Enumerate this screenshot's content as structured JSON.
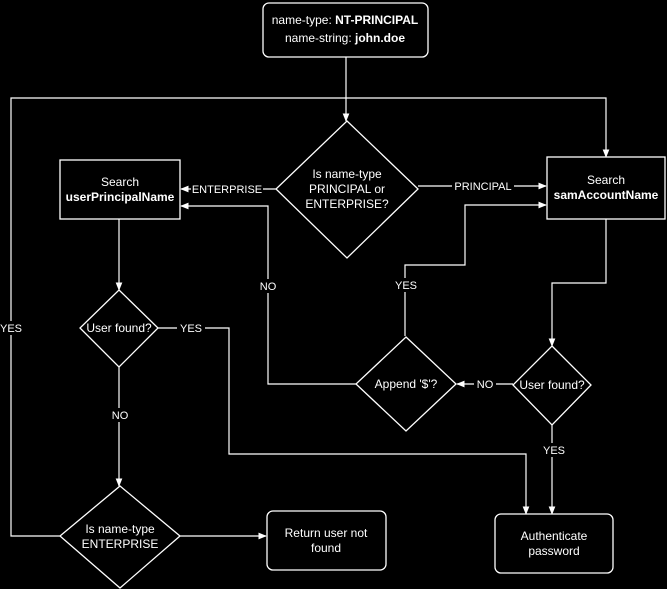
{
  "nodes": {
    "start": {
      "line1_prefix": "name-type: ",
      "line1_value": "NT-PRINCIPAL",
      "line2_prefix": "name-string: ",
      "line2_value": "john.doe"
    },
    "decision_type": {
      "line1": "Is name-type",
      "line2": "PRINCIPAL or",
      "line3": "ENTERPRISE?"
    },
    "search_upn": {
      "line1": "Search",
      "line2": "userPrincipalName"
    },
    "search_sam": {
      "line1": "Search",
      "line2": "samAccountName"
    },
    "user_found_left": {
      "text": "User found?"
    },
    "user_found_right": {
      "text": "User found?"
    },
    "append_dollar": {
      "text": "Append '$'?"
    },
    "decision_enterprise": {
      "line1": "Is name-type",
      "line2": "ENTERPRISE"
    },
    "return_not_found": {
      "line1": "Return user not",
      "line2": "found"
    },
    "authenticate": {
      "line1": "Authenticate",
      "line2": "password"
    }
  },
  "edge_labels": {
    "enterprise": "ENTERPRISE",
    "principal": "PRINCIPAL",
    "no_append": "NO",
    "yes_append": "YES",
    "yes_left_found": "YES",
    "no_left_found": "NO",
    "no_right_found": "NO",
    "yes_right_found": "YES",
    "yes_enterprise": "YES"
  }
}
